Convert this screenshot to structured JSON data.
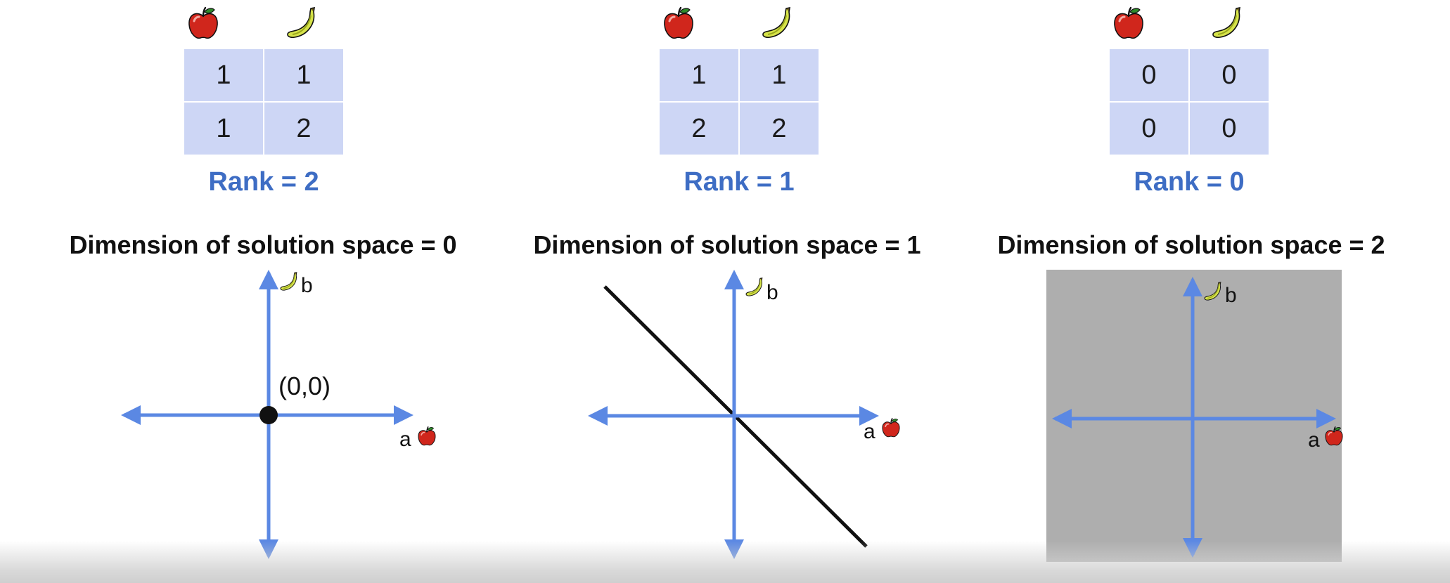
{
  "colors": {
    "axis": "#5b88e3",
    "cell_bg": "#cdd6f5",
    "rank_text": "#3e6dc4",
    "solution_line": "#111111",
    "solution_plane": "#aeaeae",
    "origin_point": "#111111"
  },
  "column_icons": [
    "apple-icon",
    "banana-icon"
  ],
  "panels": [
    {
      "matrix": [
        [
          "1",
          "1"
        ],
        [
          "1",
          "2"
        ]
      ],
      "rank": "Rank = 2",
      "dimension_title": "Dimension of solution space = 0",
      "axis_x_label": "a",
      "axis_y_label": "b",
      "origin_label": "(0,0)"
    },
    {
      "matrix": [
        [
          "1",
          "1"
        ],
        [
          "2",
          "2"
        ]
      ],
      "rank": "Rank = 1",
      "dimension_title": "Dimension of solution space = 1",
      "axis_x_label": "a",
      "axis_y_label": "b"
    },
    {
      "matrix": [
        [
          "0",
          "0"
        ],
        [
          "0",
          "0"
        ]
      ],
      "rank": "Rank = 0",
      "dimension_title": "Dimension of solution space = 2",
      "axis_x_label": "a",
      "axis_y_label": "b"
    }
  ]
}
